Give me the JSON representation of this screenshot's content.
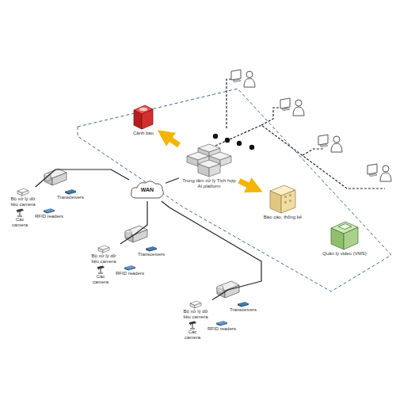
{
  "diagram": {
    "nodes": [
      {
        "text": [
          "Cảnh báo"
        ]
      },
      {
        "text": [
          "Trung tâm xử lý Tích hợp AI platform"
        ]
      },
      {
        "text": [
          "Báo cáo, thống kê"
        ]
      },
      {
        "text": [
          "Quản lý video (VMS)"
        ]
      },
      {
        "text": [
          "WAN"
        ]
      },
      {
        "text": [
          "Bộ xử lý dữ liệu camera"
        ]
      },
      {
        "text": [
          "Transceivers"
        ]
      },
      {
        "text": [
          "Các camera"
        ]
      },
      {
        "text": [
          "RFID readers"
        ]
      },
      {
        "text": [
          "Bộ xử lý dữ liệu camera"
        ]
      },
      {
        "text": [
          "Transceivers"
        ]
      },
      {
        "text": [
          "Các camera"
        ]
      },
      {
        "text": [
          "RFID readers"
        ]
      },
      {
        "text": [
          "Bộ xử lý dữ liệu camera"
        ]
      },
      {
        "text": [
          "Transceivers"
        ]
      },
      {
        "text": [
          "Các camera"
        ]
      },
      {
        "text": [
          "RFID readers"
        ]
      }
    ],
    "edges": [
      {
        "from": 1,
        "to": 0,
        "arrow": "to"
      },
      {
        "from": 1,
        "to": 2,
        "arrow": "to"
      },
      {
        "from": 4,
        "to": 1,
        "arrow": "none"
      },
      {
        "from": 4,
        "to": 5,
        "arrow": "none"
      },
      {
        "from": 4,
        "to": 9,
        "arrow": "none"
      },
      {
        "from": 4,
        "to": 13,
        "arrow": "none"
      }
    ]
  }
}
